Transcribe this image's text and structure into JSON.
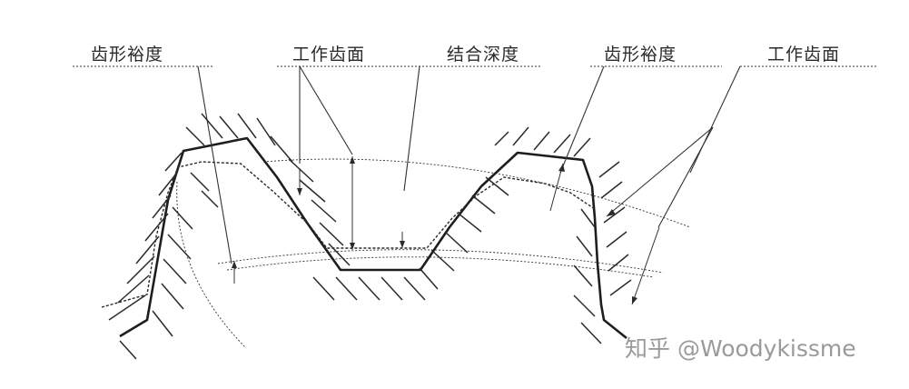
{
  "labels": {
    "left_clearance": "齿形裕度",
    "working_flank_1": "工作齿面",
    "engagement_depth": "结合深度",
    "right_clearance": "齿形裕度",
    "working_flank_2": "工作齿面"
  },
  "watermark": "知乎 @Woodykissme",
  "colors": {
    "line": "#1e1e1e",
    "background": "#ffffff",
    "watermark": "#9a9a9a"
  }
}
